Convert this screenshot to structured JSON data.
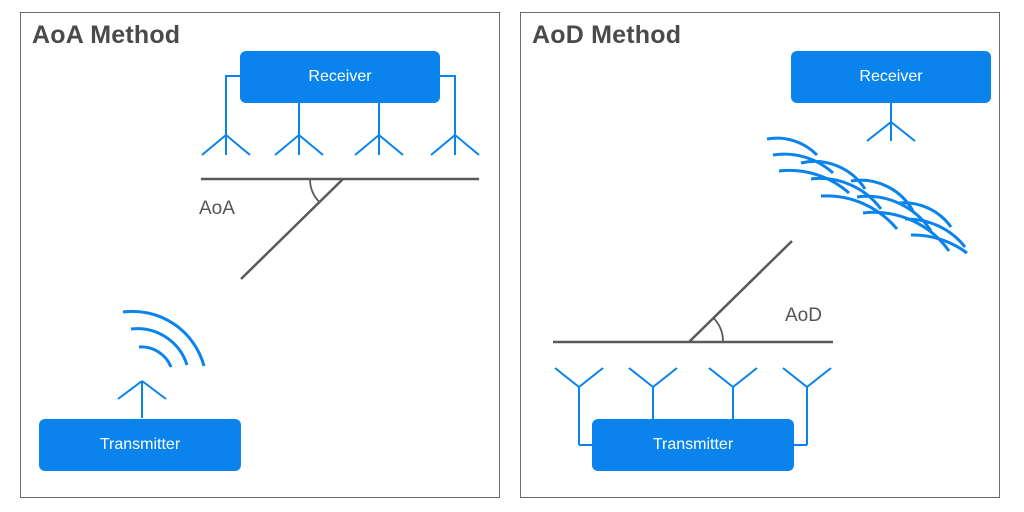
{
  "aoa": {
    "title": "AoA Method",
    "receiver_label": "Receiver",
    "transmitter_label": "Transmitter",
    "angle_label": "AoA"
  },
  "aod": {
    "title": "AoD Method",
    "receiver_label": "Receiver",
    "transmitter_label": "Transmitter",
    "angle_label": "AoD"
  },
  "colors": {
    "accent": "#0a84ec",
    "line": "#5a5a5a",
    "border": "#6a6a6a",
    "title": "#4a4a4a"
  }
}
